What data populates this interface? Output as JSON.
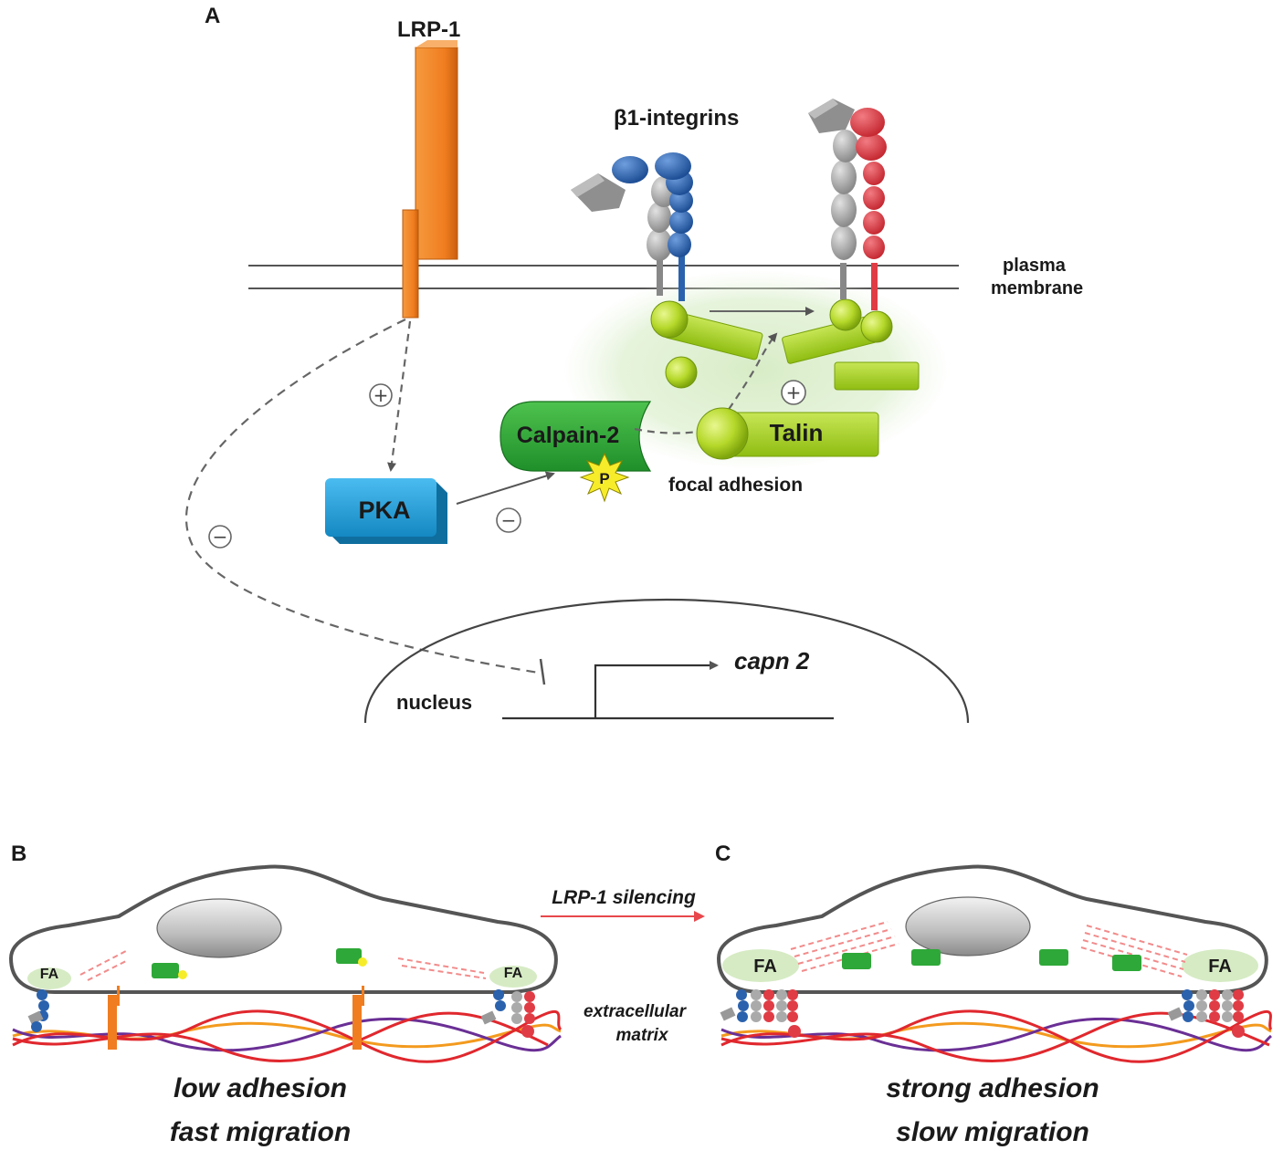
{
  "panels": {
    "a": "A",
    "b": "B",
    "c": "C"
  },
  "labels": {
    "lrp1": "LRP-1",
    "integrins": "β1-integrins",
    "plasma_membrane_1": "plasma",
    "plasma_membrane_2": "membrane",
    "calpain": "Calpain-2",
    "phospho": "P",
    "talin": "Talin",
    "focal_adhesion": "focal adhesion",
    "pka": "PKA",
    "plus": "+",
    "minus": "−",
    "nucleus": "nucleus",
    "gene": "capn 2",
    "fa": "FA",
    "silencing": "LRP-1 silencing",
    "ecm_1": "extracellular",
    "ecm_2": "matrix",
    "b_caption_1": "low adhesion",
    "b_caption_2": "fast migration",
    "c_caption_1": "strong adhesion",
    "c_caption_2": "slow migration"
  },
  "colors": {
    "lrp1": "#f07d1f",
    "pka": "#1e9fd8",
    "calpain": "#2ea838",
    "talin": "#a6cf1f",
    "integrin_blue": "#2b62ad",
    "integrin_red": "#e03c45",
    "integrin_gray": "#9a9a9a",
    "silencing": "#e8474c",
    "ecm_purple": "#6a2f95",
    "ecm_red": "#e0282e",
    "ecm_orange": "#f39a1e"
  }
}
